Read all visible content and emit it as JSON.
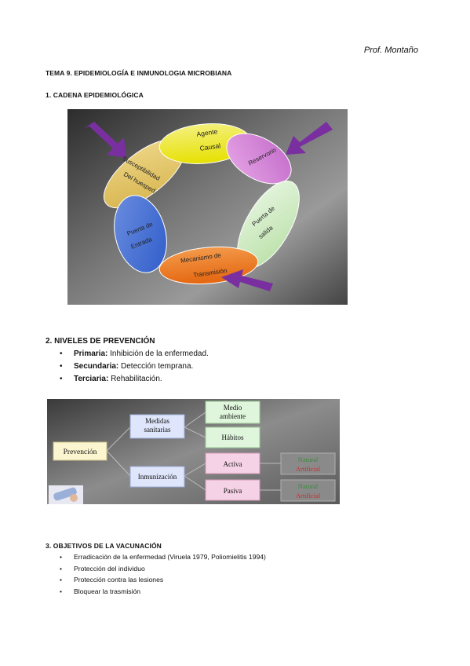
{
  "header": {
    "author": "Prof. Montaño"
  },
  "title": "TEMA 9. EPIDEMIOLOGÍA E INMUNOLOGIA MICROBIANA",
  "section1": {
    "heading": "1. CADENA EPIDEMIOLÓGICA",
    "chain": {
      "agente_1": "Agente",
      "agente_2": "Causal",
      "reservorio": "Reservorio",
      "puerta_salida_1": "Puerta de",
      "puerta_salida_2": "salida",
      "mecanismo_1": "Mecanismo de",
      "mecanismo_2": "Transmisión",
      "puerta_entrada_1": "Puerta de",
      "puerta_entrada_2": "Entrada",
      "susceptibilidad_1": "Susceptibilidad",
      "susceptibilidad_2": "Del huesped"
    }
  },
  "section2": {
    "heading": "2. NIVELES DE PREVENCIÓN",
    "items": [
      {
        "term": "Primaria:",
        "desc": " Inhibición de la enfermedad."
      },
      {
        "term": "Secundaria:",
        "desc": " Detección temprana."
      },
      {
        "term": "Terciaria:",
        "desc": " Rehabilitación."
      }
    ],
    "tree": {
      "prevencion": "Prevención",
      "medidas_1": "Medidas",
      "medidas_2": "sanitarias",
      "medio_1": "Medio",
      "medio_2": "ambiente",
      "habitos": "Hábitos",
      "inmunizacion": "Inmunización",
      "activa": "Activa",
      "pasiva": "Pasiva",
      "natural_1": "Natural",
      "artificial_1": "Artificial",
      "natural_2": "Natural",
      "artificial_2": "Artificial",
      "colors": {
        "natural": "#3a8a3a",
        "artificial": "#c83030"
      }
    }
  },
  "section3": {
    "heading": "3. OBJETIVOS DE LA VACUNACIÓN",
    "items": [
      "Erradicación de la enfermedad (Viruela 1979, Poliomielitis 1994)",
      "Protección del individuo",
      "Protección contra las lesiones",
      "Bloquear la trasmisión"
    ]
  }
}
